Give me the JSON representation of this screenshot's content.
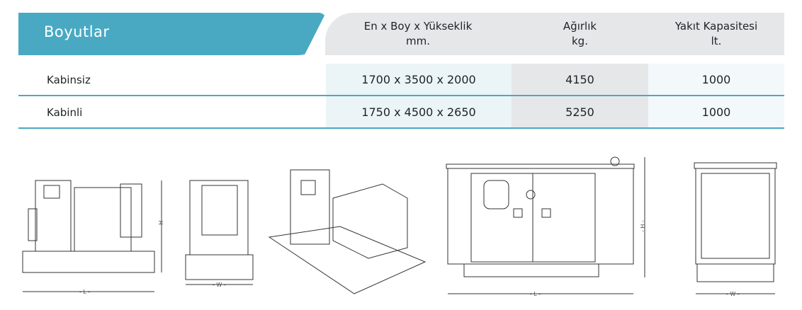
{
  "title": "Boyutlar",
  "columns": [
    {
      "line1": "En x Boy x Yükseklik",
      "line2": "mm."
    },
    {
      "line1": "Ağırlık",
      "line2": "kg."
    },
    {
      "line1": "Yakıt Kapasitesi",
      "line2": "lt."
    }
  ],
  "rows": [
    {
      "label": "Kabinsiz",
      "dims": "1700 x 3500 x 2000",
      "weight": "4150",
      "fuel": "1000"
    },
    {
      "label": "Kabinli",
      "dims": "1750 x 4500 x 2650",
      "weight": "5250",
      "fuel": "1000"
    }
  ],
  "drawing_labels": {
    "length": "- L -",
    "width": "- W -",
    "height": "- H -"
  },
  "colors": {
    "accent": "#49a9c3",
    "header_bg": "#e6e7e9",
    "dims_bg": "#ebf4f7",
    "weight_bg": "#e6e7e9",
    "fuel_bg": "#f3f8fa"
  }
}
